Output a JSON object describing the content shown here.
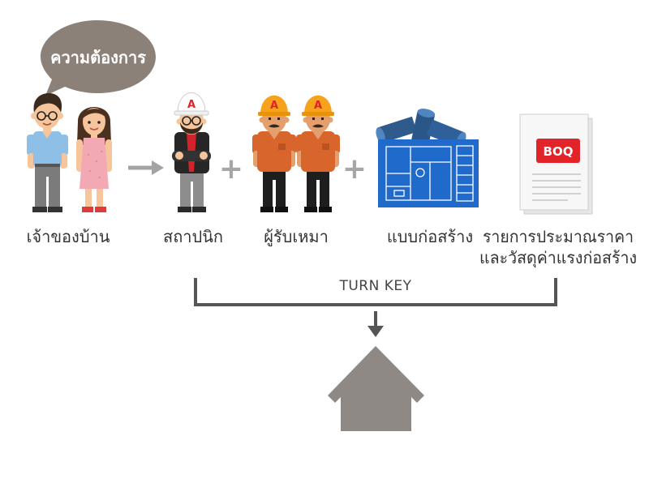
{
  "speech_bubble": {
    "text": "ความต้องการ"
  },
  "steps": [
    {
      "label": "เจ้าของบ้าน",
      "icon": "homeowner-couple-icon"
    },
    {
      "label": "สถาปนิก",
      "icon": "architect-icon"
    },
    {
      "label": "ผู้รับเหมา",
      "icon": "contractor-workers-icon"
    },
    {
      "label": "แบบก่อสร้าง",
      "icon": "blueprint-icon"
    },
    {
      "label_lines": [
        "รายการประมาณราคา",
        "และวัสดุค่าแรงก่อสร้าง"
      ],
      "icon": "boq-document-icon",
      "badge": "BOQ"
    }
  ],
  "helmet_letter": "A",
  "connectors": {
    "arrow_icon": "arrow-right-icon",
    "plus": "+"
  },
  "bracket": {
    "label": "TURN KEY"
  },
  "result": {
    "icon": "house-icon",
    "arrow_icon": "arrow-down-icon"
  },
  "colors": {
    "bubble": "#8b8179",
    "house": "#8e8984",
    "bracket": "#555555",
    "boq_badge": "#e1232a",
    "blueprint": "#1f6acb",
    "helmet_worker": "#f6a21d",
    "helmet_letter": "#e1232a"
  }
}
